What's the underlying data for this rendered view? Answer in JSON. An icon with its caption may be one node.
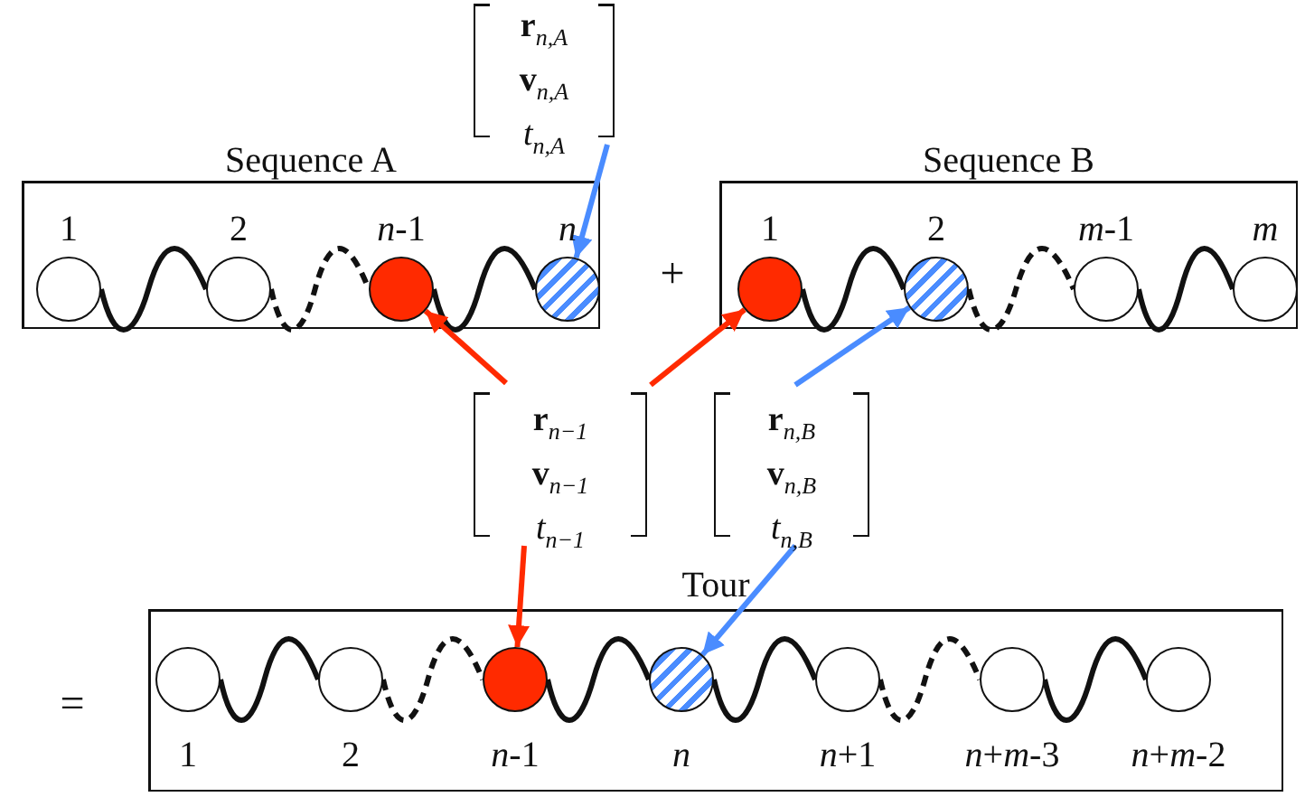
{
  "diagram": {
    "nodes": [
      {
        "text": [
          "Sequence A"
        ]
      },
      {
        "text": [],
        "shape": "circle",
        "in": 0,
        "beside": [
          "1"
        ]
      },
      {
        "text": [],
        "shape": "circle",
        "in": 0,
        "beside": [
          "2"
        ]
      },
      {
        "text": [],
        "shape": "circle",
        "in": 0,
        "beside": [
          "*n*-1"
        ]
      },
      {
        "text": [],
        "shape": "circle",
        "in": 0,
        "beside": [
          "*n*"
        ]
      },
      {
        "text": [
          "Sequence B"
        ]
      },
      {
        "text": [],
        "shape": "circle",
        "in": 5,
        "beside": [
          "1"
        ]
      },
      {
        "text": [],
        "shape": "circle",
        "in": 5,
        "beside": [
          "2"
        ]
      },
      {
        "text": [],
        "shape": "circle",
        "in": 5,
        "beside": [
          "*m*-1"
        ]
      },
      {
        "text": [],
        "shape": "circle",
        "in": 5,
        "beside": [
          "*m*"
        ]
      },
      {
        "text": [
          "**r**$_{n,A}$",
          "**v**$_{n,A}$",
          "*t*$_{n,A}$"
        ]
      },
      {
        "text": [
          "**r**$_{n−1}$",
          "**v**$_{n−1}$",
          "*t*$_{n−1}$"
        ]
      },
      {
        "text": [
          "**r**$_{n,B}$",
          "**v**$_{n,B}$",
          "*t*$_{n,B}$"
        ]
      },
      {
        "text": [
          "Tour"
        ]
      },
      {
        "text": [],
        "shape": "circle",
        "in": 13,
        "beside": [
          "1"
        ]
      },
      {
        "text": [],
        "shape": "circle",
        "in": 13,
        "beside": [
          "2"
        ]
      },
      {
        "text": [],
        "shape": "circle",
        "in": 13,
        "beside": [
          "*n*-1"
        ]
      },
      {
        "text": [],
        "shape": "circle",
        "in": 13,
        "beside": [
          "*n*"
        ]
      },
      {
        "text": [],
        "shape": "circle",
        "in": 13,
        "beside": [
          "*n*+1"
        ]
      },
      {
        "text": [],
        "shape": "circle",
        "in": 13,
        "beside": [
          "*n*+*m*-3"
        ]
      },
      {
        "text": [],
        "shape": "circle",
        "in": 13,
        "beside": [
          "*n*+*m*-2"
        ]
      }
    ],
    "edges": [
      {
        "from": 1,
        "to": 2,
        "arrow": "none"
      },
      {
        "from": 2,
        "to": 3,
        "arrow": "none",
        "style": "dashed"
      },
      {
        "from": 3,
        "to": 4,
        "arrow": "none"
      },
      {
        "from": 6,
        "to": 7,
        "arrow": "none"
      },
      {
        "from": 7,
        "to": 8,
        "arrow": "none",
        "style": "dashed"
      },
      {
        "from": 8,
        "to": 9,
        "arrow": "none"
      },
      {
        "from": 14,
        "to": 15,
        "arrow": "none"
      },
      {
        "from": 15,
        "to": 16,
        "arrow": "none",
        "style": "dashed"
      },
      {
        "from": 16,
        "to": 17,
        "arrow": "none"
      },
      {
        "from": 17,
        "to": 18,
        "arrow": "none"
      },
      {
        "from": 18,
        "to": 19,
        "arrow": "none",
        "style": "dashed"
      },
      {
        "from": 19,
        "to": 20,
        "arrow": "none"
      },
      {
        "from": 10,
        "to": 4,
        "arrow": "to",
        "color": "#4a8cff"
      },
      {
        "from": 11,
        "to": 3,
        "arrow": "to",
        "color": "#ff2a00"
      },
      {
        "from": 11,
        "to": 6,
        "arrow": "to",
        "color": "#ff2a00"
      },
      {
        "from": 12,
        "to": 7,
        "arrow": "to",
        "color": "#4a8cff"
      },
      {
        "from": 11,
        "to": 16,
        "arrow": "to",
        "color": "#ff2a00"
      },
      {
        "from": 12,
        "to": 17,
        "arrow": "to",
        "color": "#4a8cff"
      }
    ],
    "labels": [
      "+",
      "="
    ]
  }
}
